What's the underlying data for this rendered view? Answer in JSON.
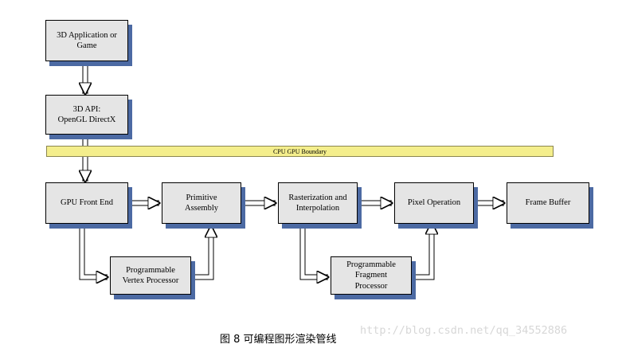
{
  "nodes": {
    "app": "3D Application or\nGame",
    "api": "3D API:\nOpenGL  DirectX",
    "front_end": "GPU Front End",
    "primitive": "Primitive\nAssembly",
    "raster": "Rasterization and\nInterpolation",
    "pixel": "Pixel Operation",
    "frame": "Frame Buffer",
    "vertex": "Programmable\nVertex Processor",
    "fragment": "Programmable\nFragment\nProcessor"
  },
  "boundary_label": "CPU GPU Boundary",
  "caption": "图 8 可编程图形渲染管线",
  "watermark": "http://blog.csdn.net/qq_34552886",
  "colors": {
    "box_fill": "#e5e5e5",
    "box_shadow": "#4c6aa3",
    "boundary_fill": "#f4ee8c"
  }
}
